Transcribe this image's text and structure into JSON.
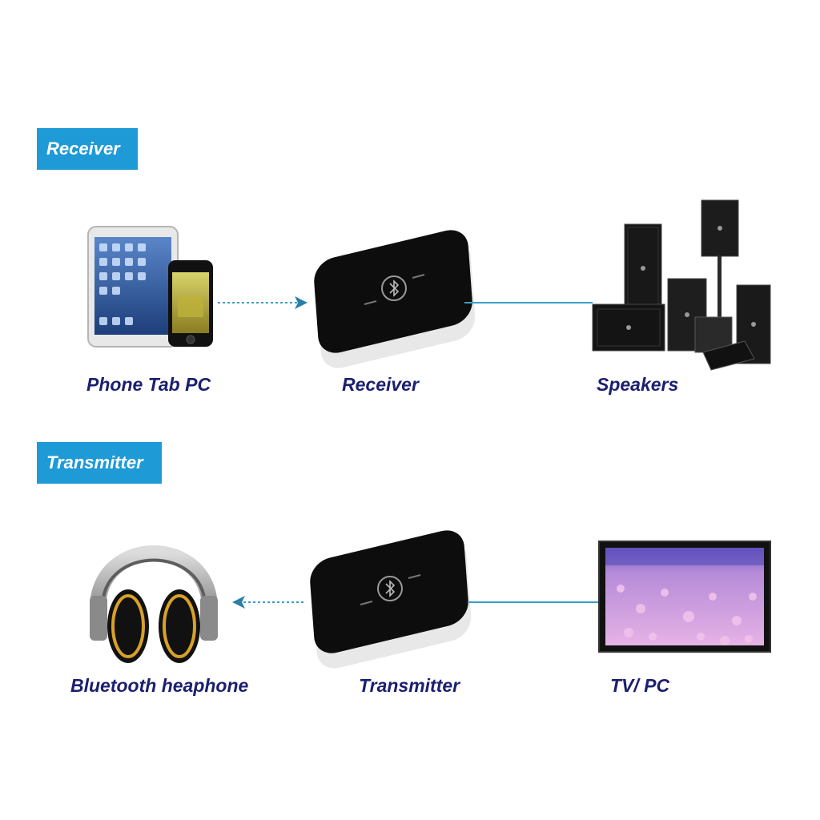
{
  "sections": [
    {
      "badge": "Receiver",
      "source_label": "Phone Tab PC",
      "device_label": "Receiver",
      "target_label": "Speakers"
    },
    {
      "badge": "Transmitter",
      "source_label": "Bluetooth heaphone",
      "device_label": "Transmitter",
      "target_label": "TV/ PC"
    }
  ],
  "colors": {
    "badge_bg": "#1e9ad6",
    "badge_text": "#ffffff",
    "caption_text": "#1b1f6e",
    "connector": "#3aa0c8"
  }
}
